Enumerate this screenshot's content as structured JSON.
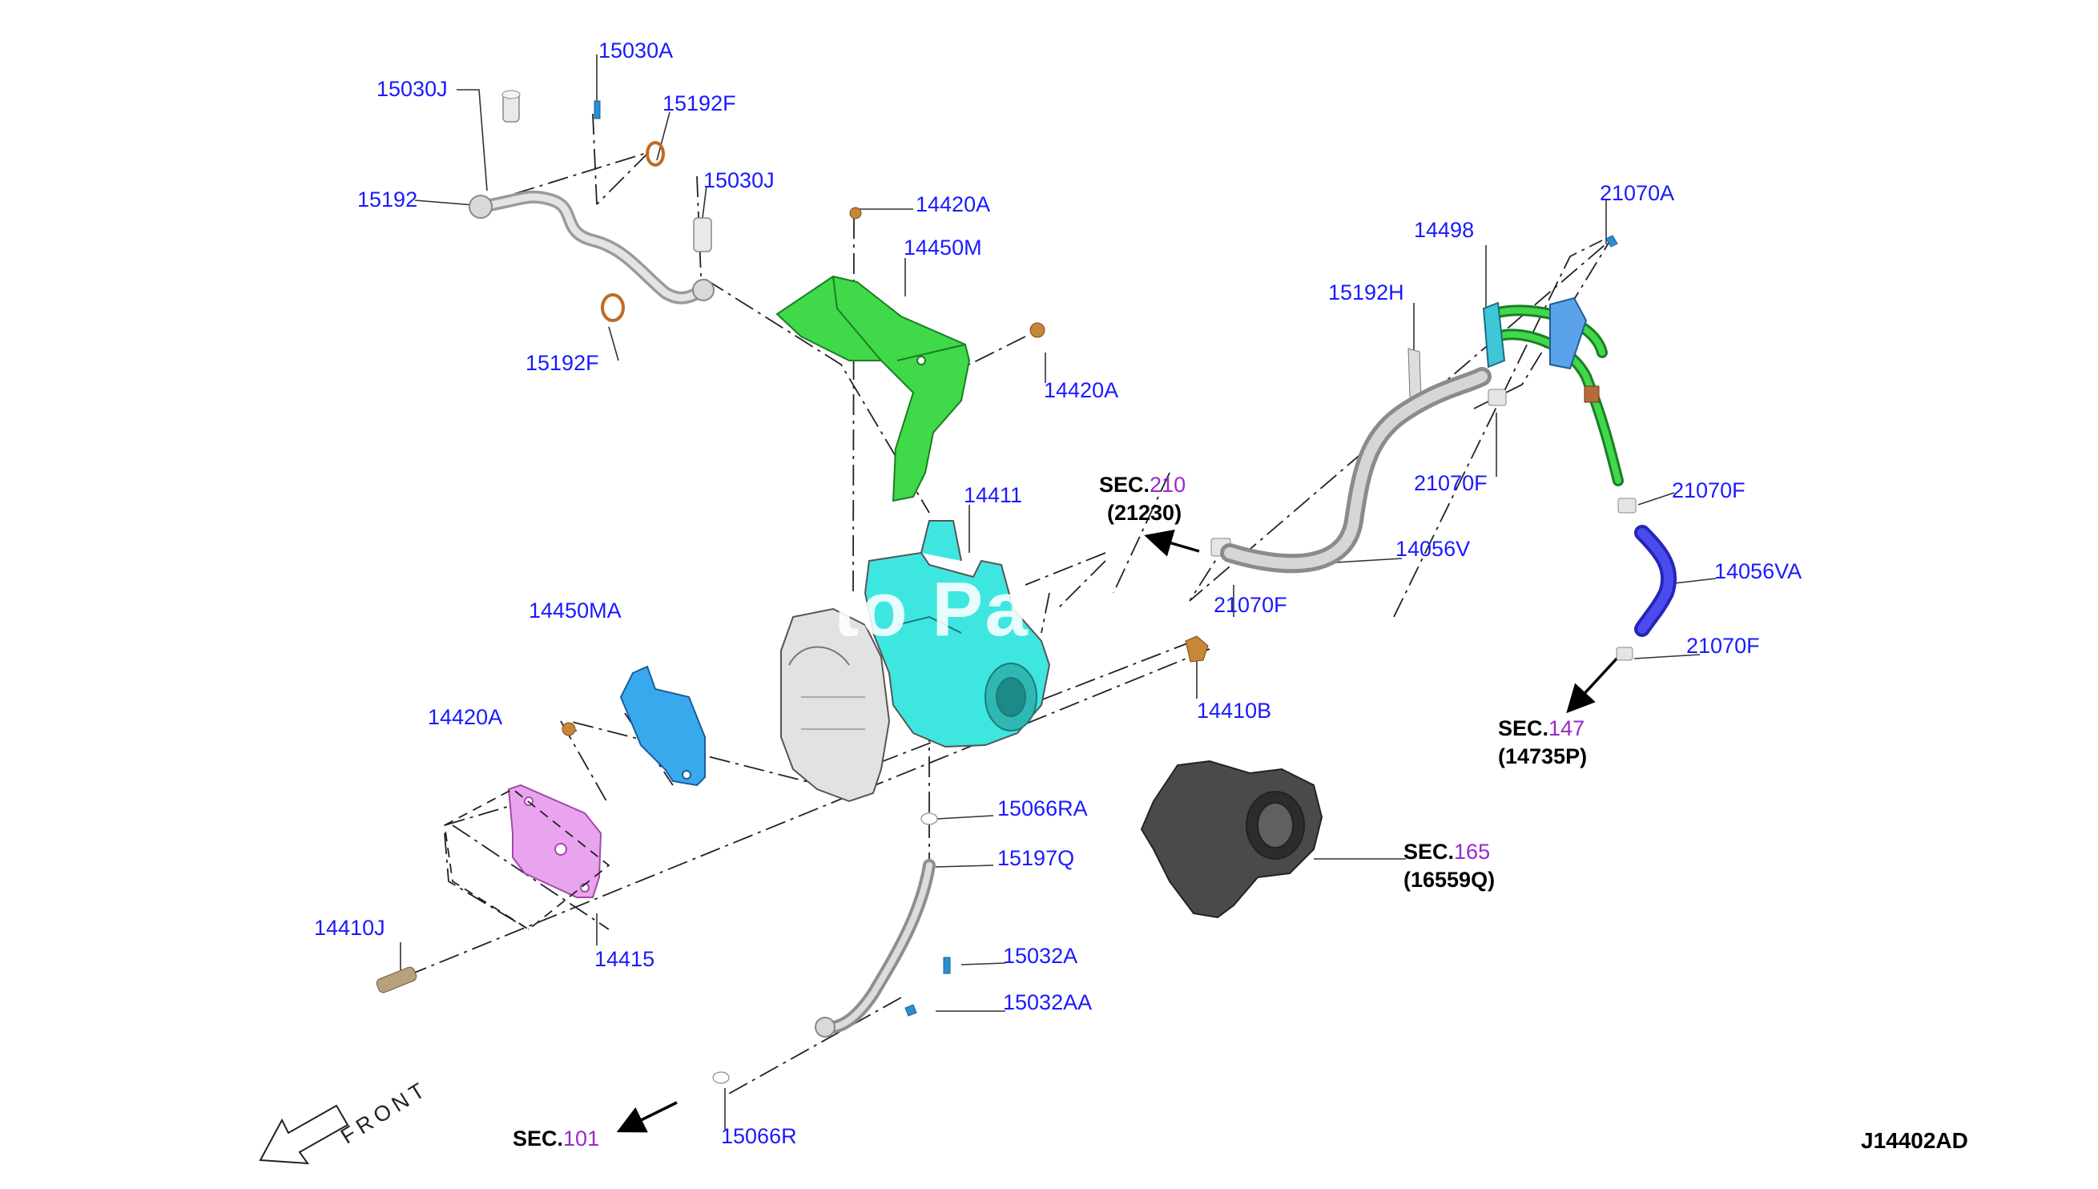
{
  "diagram": {
    "reference_code": "J14402AD",
    "front_label": "FRONT",
    "watermark": "to Pa",
    "colors": {
      "label": "#1a1aff",
      "section_number": "#9b27c9",
      "green_part": "#3fd94a",
      "cyan_part": "#3ee6e0",
      "blue_part": "#39a9ee",
      "pink_part": "#e8a4ee",
      "dark_part": "#4a4a4a",
      "violet_hose": "#3a3ae0"
    },
    "part_labels": [
      {
        "id": "15030A",
        "text": "15030A"
      },
      {
        "id": "15030J-top",
        "text": "15030J"
      },
      {
        "id": "15192F-top",
        "text": "15192F"
      },
      {
        "id": "15192",
        "text": "15192"
      },
      {
        "id": "15030J-mid",
        "text": "15030J"
      },
      {
        "id": "15192F-bottom",
        "text": "15192F"
      },
      {
        "id": "14420A-top",
        "text": "14420A"
      },
      {
        "id": "14450M",
        "text": "14450M"
      },
      {
        "id": "14420A-right",
        "text": "14420A"
      },
      {
        "id": "14411",
        "text": "14411"
      },
      {
        "id": "14450MA",
        "text": "14450MA"
      },
      {
        "id": "14420A-left",
        "text": "14420A"
      },
      {
        "id": "14410B",
        "text": "14410B"
      },
      {
        "id": "14410J",
        "text": "14410J"
      },
      {
        "id": "14415",
        "text": "14415"
      },
      {
        "id": "15066RA",
        "text": "15066RA"
      },
      {
        "id": "15197Q",
        "text": "15197Q"
      },
      {
        "id": "15032A",
        "text": "15032A"
      },
      {
        "id": "15032AA",
        "text": "15032AA"
      },
      {
        "id": "15066R",
        "text": "15066R"
      },
      {
        "id": "14498",
        "text": "14498"
      },
      {
        "id": "21070A",
        "text": "21070A"
      },
      {
        "id": "15192H",
        "text": "15192H"
      },
      {
        "id": "21070F-a",
        "text": "21070F"
      },
      {
        "id": "21070F-b",
        "text": "21070F"
      },
      {
        "id": "14056V",
        "text": "14056V"
      },
      {
        "id": "21070F-c",
        "text": "21070F"
      },
      {
        "id": "14056VA",
        "text": "14056VA"
      },
      {
        "id": "21070F-d",
        "text": "21070F"
      }
    ],
    "section_refs": [
      {
        "id": "sec-210",
        "prefix": "SEC.",
        "number": "210",
        "code": "(21230)"
      },
      {
        "id": "sec-147",
        "prefix": "SEC.",
        "number": "147",
        "code": "(14735P)"
      },
      {
        "id": "sec-165",
        "prefix": "SEC.",
        "number": "165",
        "code": "(16559Q)"
      },
      {
        "id": "sec-101",
        "prefix": "SEC.",
        "number": "101",
        "code": ""
      }
    ]
  }
}
